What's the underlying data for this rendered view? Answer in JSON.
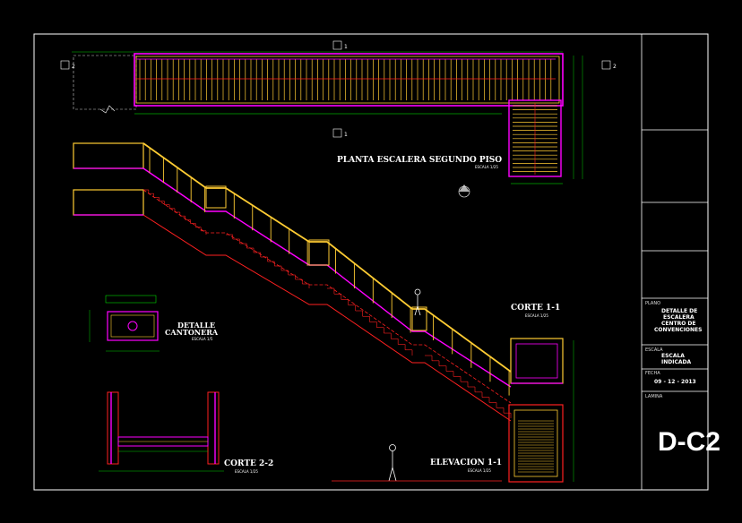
{
  "drawing": {
    "views": {
      "plan": {
        "title": "PLANTA ESCALERA SEGUNDO PISO",
        "scale": "ESCALA 1/25"
      },
      "elevation": {
        "title": "ELEVACION 1-1",
        "scale": "ESCALA 1/25"
      },
      "section_11": {
        "title": "CORTE 1-1",
        "scale": "ESCALA 1/25"
      },
      "section_22": {
        "title": "CORTE 2-2",
        "scale": "ESCALA 1/25"
      },
      "detail": {
        "title_line1": "DETALLE",
        "title_line2": "CANTONERA",
        "scale": "ESCALA 1/5"
      }
    },
    "section_marks": {
      "top": "1",
      "left": "2",
      "right": "2",
      "bottom": "1"
    },
    "colors": {
      "background": "#000000",
      "border": "#ffffff",
      "handrail": "#ffcc33",
      "structure": "#ff2020",
      "outline": "#ff00ff",
      "dimension": "#00ff00",
      "text": "#ffffff",
      "grid": "#ffff00"
    }
  },
  "title_block": {
    "project_label": "PLANO",
    "project_lines": [
      "DETALLE DE",
      "ESCALERA",
      "CENTRO DE",
      "CONVENCIONES"
    ],
    "scale_label": "ESCALA",
    "scale_lines": [
      "ESCALA",
      "INDICADA"
    ],
    "date_label": "FECHA",
    "date": "09 - 12 - 2013",
    "sheet_label": "LAMINA",
    "sheet_code": "D-C2"
  }
}
